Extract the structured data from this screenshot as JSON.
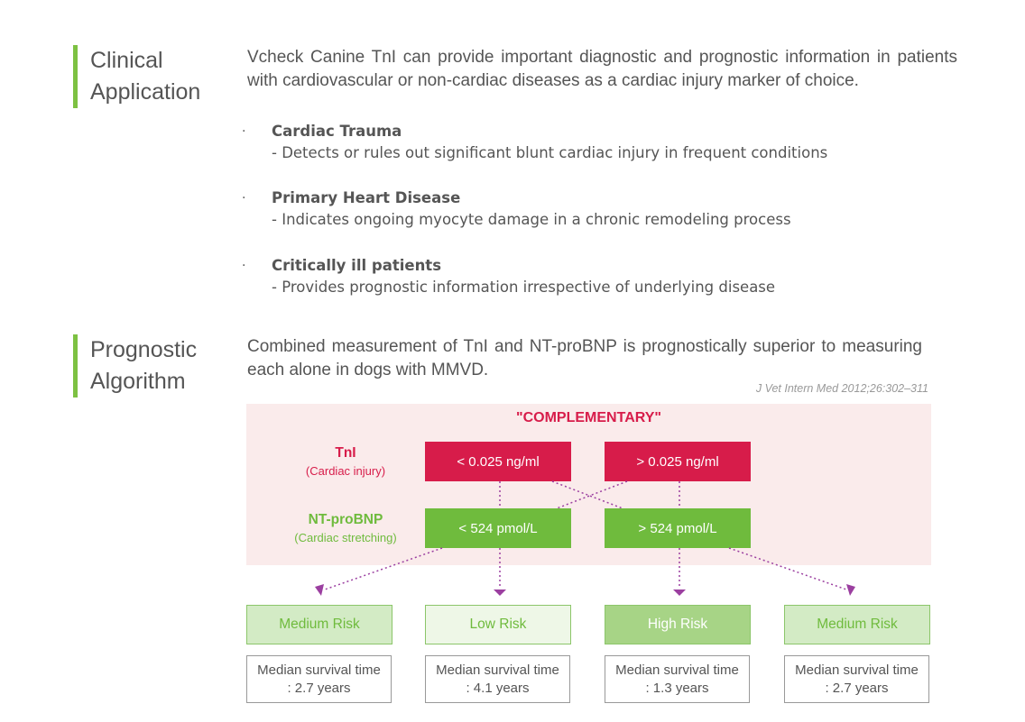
{
  "clinical": {
    "title_line1": "Clinical",
    "title_line2": "Application",
    "intro": "Vcheck Canine TnI can provide important diagnostic and prognostic information in patients with cardiovascular or non-cardiac diseases as a cardiac injury marker of choice.",
    "items": [
      {
        "bullet": "·",
        "title": "Cardiac Trauma",
        "desc": "- Detects or rules out significant blunt cardiac injury in frequent conditions"
      },
      {
        "bullet": "·",
        "title": "Primary Heart Disease",
        "desc": "- Indicates ongoing myocyte damage in a chronic remodeling process"
      },
      {
        "bullet": "·",
        "title": "Critically ill patients",
        "desc": "- Provides prognostic information irrespective of underlying disease"
      }
    ]
  },
  "prognostic": {
    "title_line1": "Prognostic",
    "title_line2": "Algorithm",
    "intro": "Combined measurement of TnI and NT-proBNP is prognostically superior to measuring each alone in dogs with MMVD.",
    "citation": "J Vet Intern Med 2012;26:302–311"
  },
  "diagram": {
    "heading": "\"COMPLEMENTARY\"",
    "tni_label": "TnI",
    "tni_sub": "(Cardiac injury)",
    "nt_label": "NT-proBNP",
    "nt_sub": "(Cardiac stretching)",
    "tni_low": "< 0.025 ng/ml",
    "tni_high": "> 0.025 ng/ml",
    "nt_low": "< 524 pmol/L",
    "nt_high": "> 524 pmol/L",
    "risks": [
      {
        "label": "Medium Risk",
        "survival_line1": "Median survival time",
        "survival_line2": ": 2.7 years"
      },
      {
        "label": "Low Risk",
        "survival_line1": "Median survival time",
        "survival_line2": ": 4.1 years"
      },
      {
        "label": "High Risk",
        "survival_line1": "Median survival time",
        "survival_line2": ": 1.3 years"
      },
      {
        "label": "Medium Risk",
        "survival_line1": "Median survival time",
        "survival_line2": ": 2.7 years"
      }
    ],
    "colors": {
      "tni": "#d71c4a",
      "ntprobnp": "#6fbb3d",
      "arrow": "#9b3fa0",
      "panel": "#faebeb"
    }
  }
}
